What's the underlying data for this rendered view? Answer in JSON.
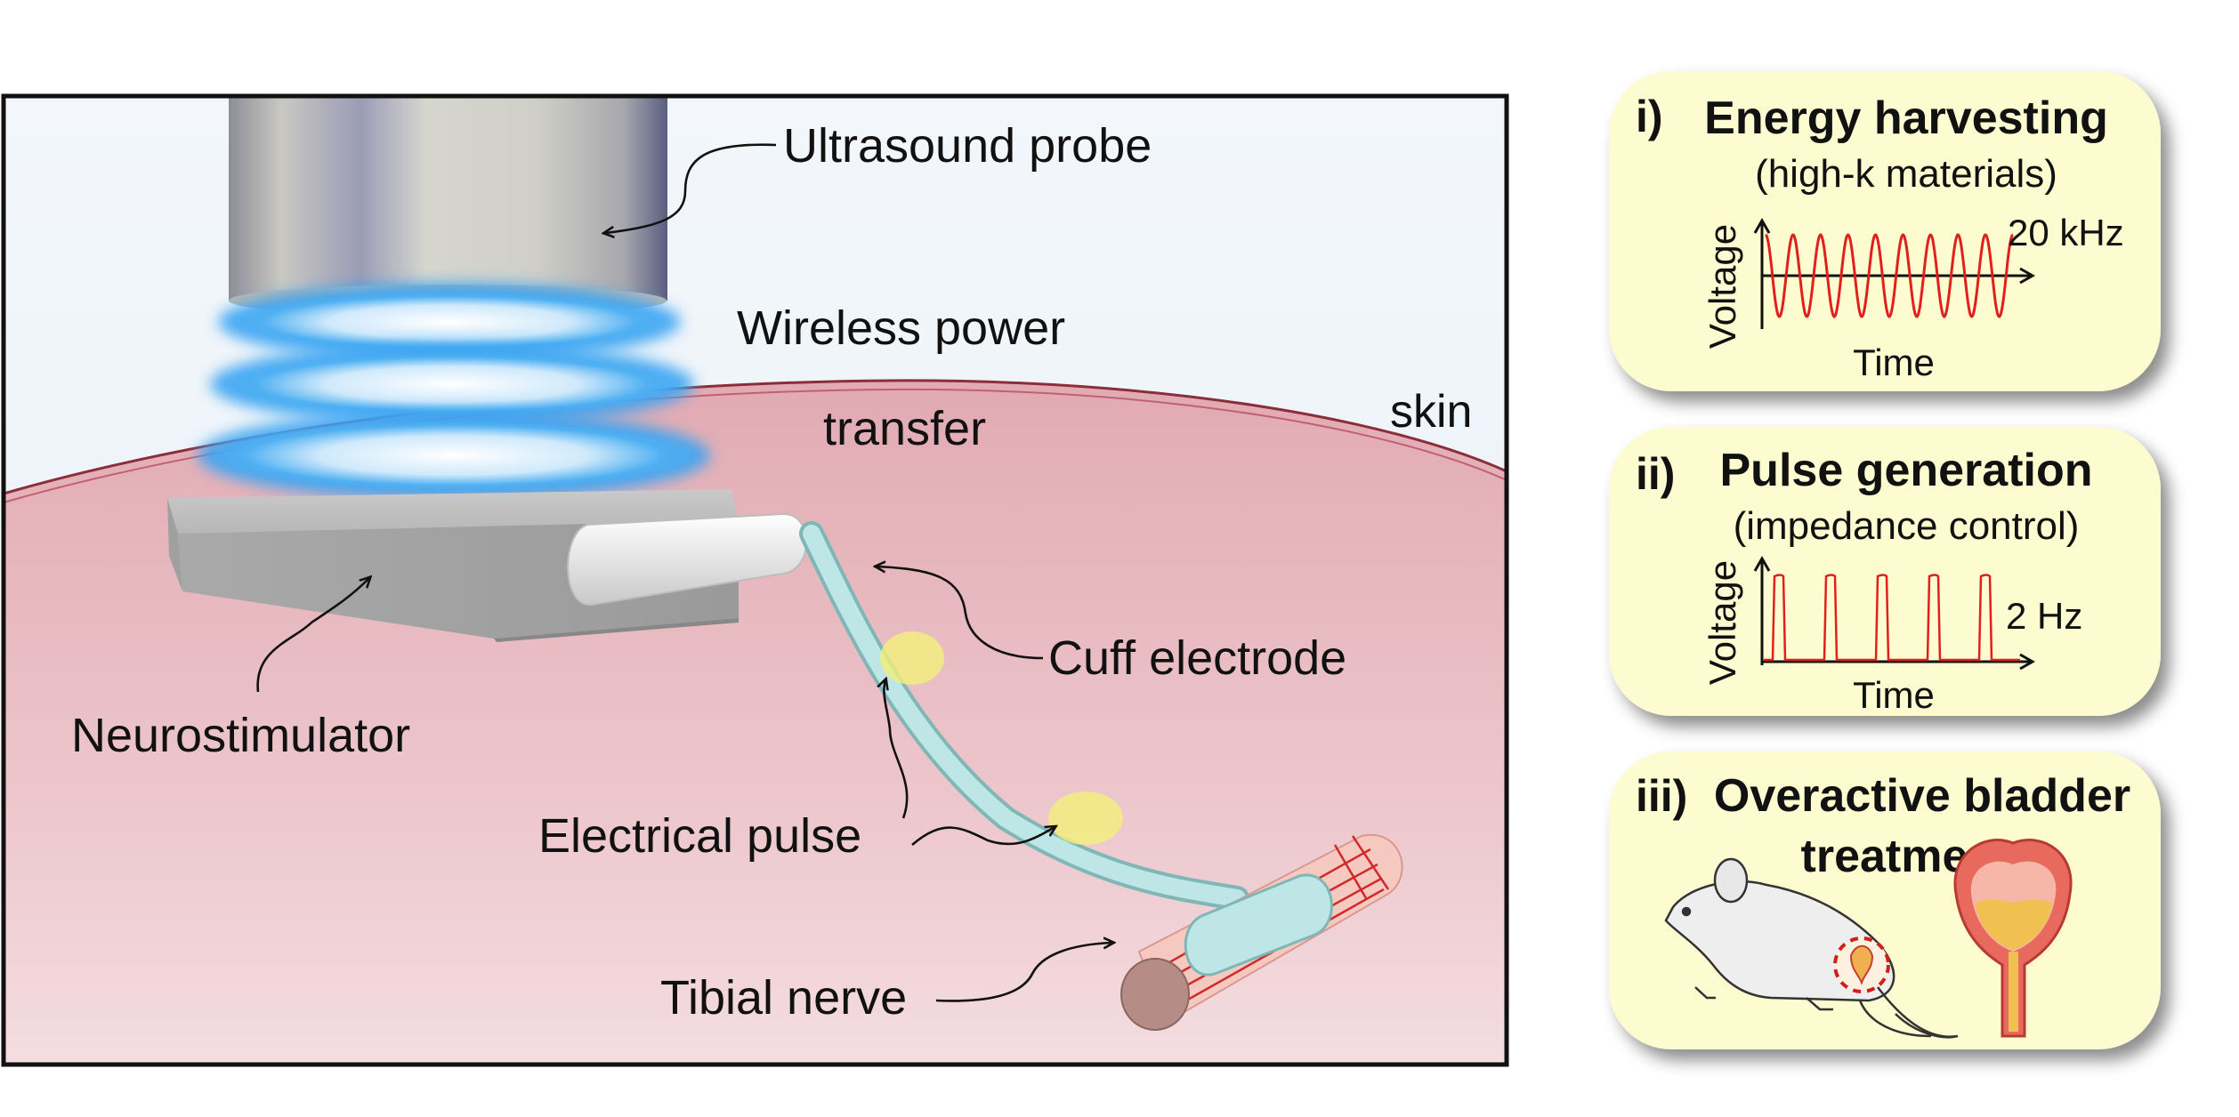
{
  "main_diagram": {
    "labels": {
      "ultrasound_probe": "Ultrasound probe",
      "wireless_power_line1": "Wireless power",
      "wireless_power_line2": "transfer",
      "skin": "skin",
      "neurostimulator": "Neurostimulator",
      "cuff_electrode": "Cuff electrode",
      "electrical_pulse": "Electrical pulse",
      "tibial_nerve": "Tibial nerve"
    }
  },
  "panels": [
    {
      "numeral": "i)",
      "title": "Energy harvesting",
      "subtitle": "(high-k materials)",
      "ylabel": "Voltage",
      "xlabel": "Time",
      "annotation": "20 kHz",
      "waveform": "sine",
      "color": "#e0201c"
    },
    {
      "numeral": "ii)",
      "title": "Pulse generation",
      "subtitle": "(impedance control)",
      "ylabel": "Voltage",
      "xlabel": "Time",
      "annotation": "2 Hz",
      "waveform": "pulse",
      "color": "#e0201c"
    },
    {
      "numeral": "iii)",
      "title_line1": "Overactive bladder",
      "title_line2": "treatment"
    }
  ],
  "colors": {
    "panel_fill": "#fdfbd0",
    "skin_fill": "#e6b9be",
    "skin_line": "#8c2e3a",
    "sky_fill": "#eef4f9",
    "wave_glow": "#35a3f0",
    "nerve_fill": "#f6c9c0",
    "cuff_fill": "#bfe6e6"
  },
  "icons": [
    "ultrasound-probe-icon",
    "neurostimulator-icon",
    "cuff-electrode-icon",
    "nerve-icon",
    "rat-icon",
    "bladder-icon"
  ]
}
